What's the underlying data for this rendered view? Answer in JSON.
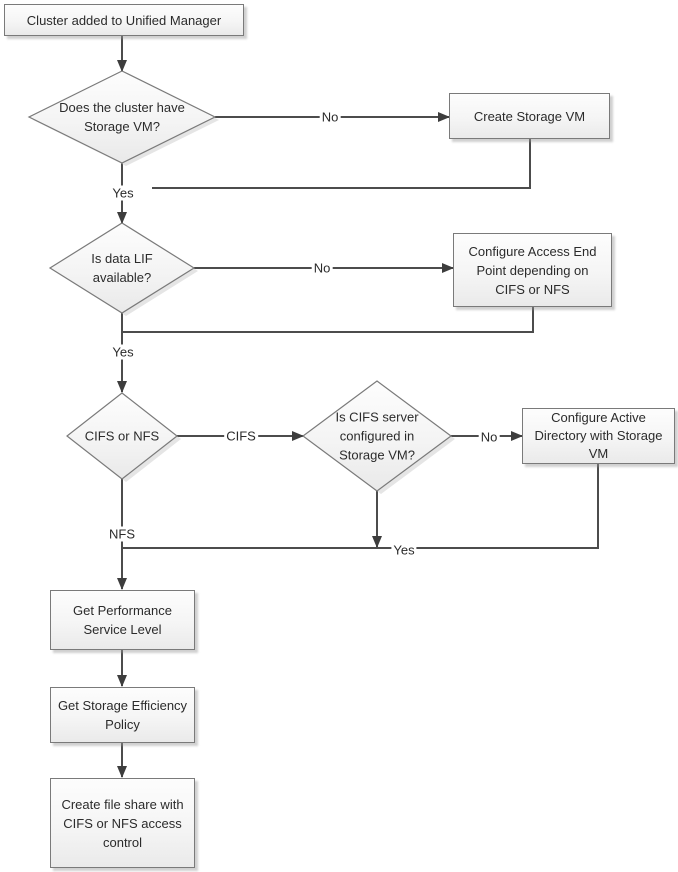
{
  "diagram": {
    "nodes": {
      "start": {
        "label": "Cluster added to Unified Manager"
      },
      "has_storage_vm": {
        "label": "Does the cluster have Storage VM?"
      },
      "create_storage_vm": {
        "label": "Create Storage VM"
      },
      "data_lif_available": {
        "label": "Is data LIF available?"
      },
      "configure_access_end_point": {
        "label": "Configure Access End Point depending on CIFS or NFS"
      },
      "cifs_or_nfs": {
        "label": "CIFS or NFS"
      },
      "cifs_server_configured": {
        "label": "Is CIFS server configured in Storage VM?"
      },
      "configure_active_directory": {
        "label": "Configure Active Directory with Storage VM"
      },
      "get_performance_service_level": {
        "label": "Get Performance Service Level"
      },
      "get_storage_efficiency_policy": {
        "label": "Get Storage Efficiency Policy"
      },
      "create_file_share": {
        "label": "Create file share with CIFS or NFS access control"
      }
    },
    "edge_labels": {
      "no_storage_vm": "No",
      "yes_storage_vm": "Yes",
      "no_data_lif": "No",
      "yes_data_lif": "Yes",
      "cifs_branch": "CIFS",
      "nfs_branch": "NFS",
      "no_cifs_server": "No",
      "yes_cifs_server": "Yes"
    },
    "colors": {
      "background": "#ffffff",
      "line": "#4c4c4c",
      "arrowhead": "#3d3d3d",
      "node_border": "#7a7a7a",
      "node_fill_top": "#fdfdfd",
      "node_fill_bottom": "#eaeaea",
      "text": "#2b2b2b"
    }
  }
}
